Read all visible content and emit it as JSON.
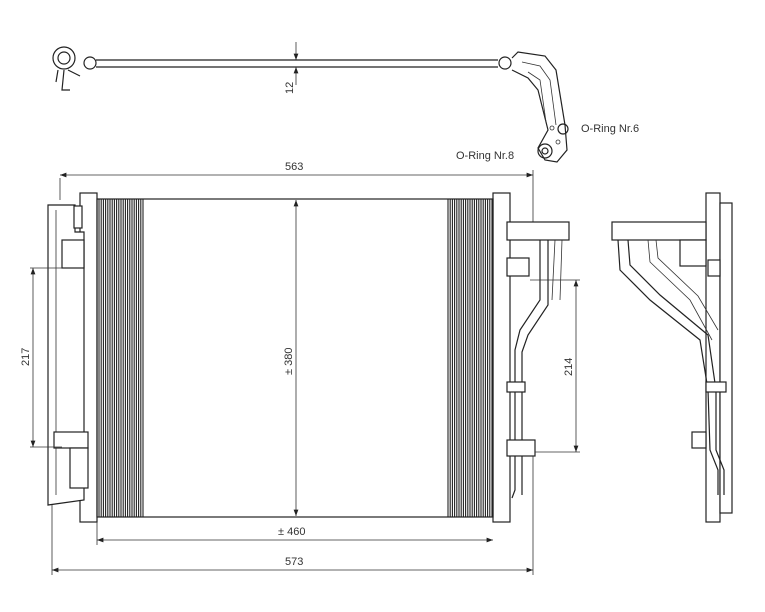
{
  "drawing": {
    "labels": {
      "oring6": "O-Ring Nr.6",
      "oring8": "O-Ring Nr.8"
    },
    "dimensions": {
      "pipe_diameter": "12",
      "width_top": "563",
      "core_height": "± 380",
      "core_width": "± 460",
      "overall_width": "573",
      "left_height": "217",
      "right_height": "214"
    },
    "colors": {
      "line": "#222222",
      "background": "#ffffff"
    }
  }
}
